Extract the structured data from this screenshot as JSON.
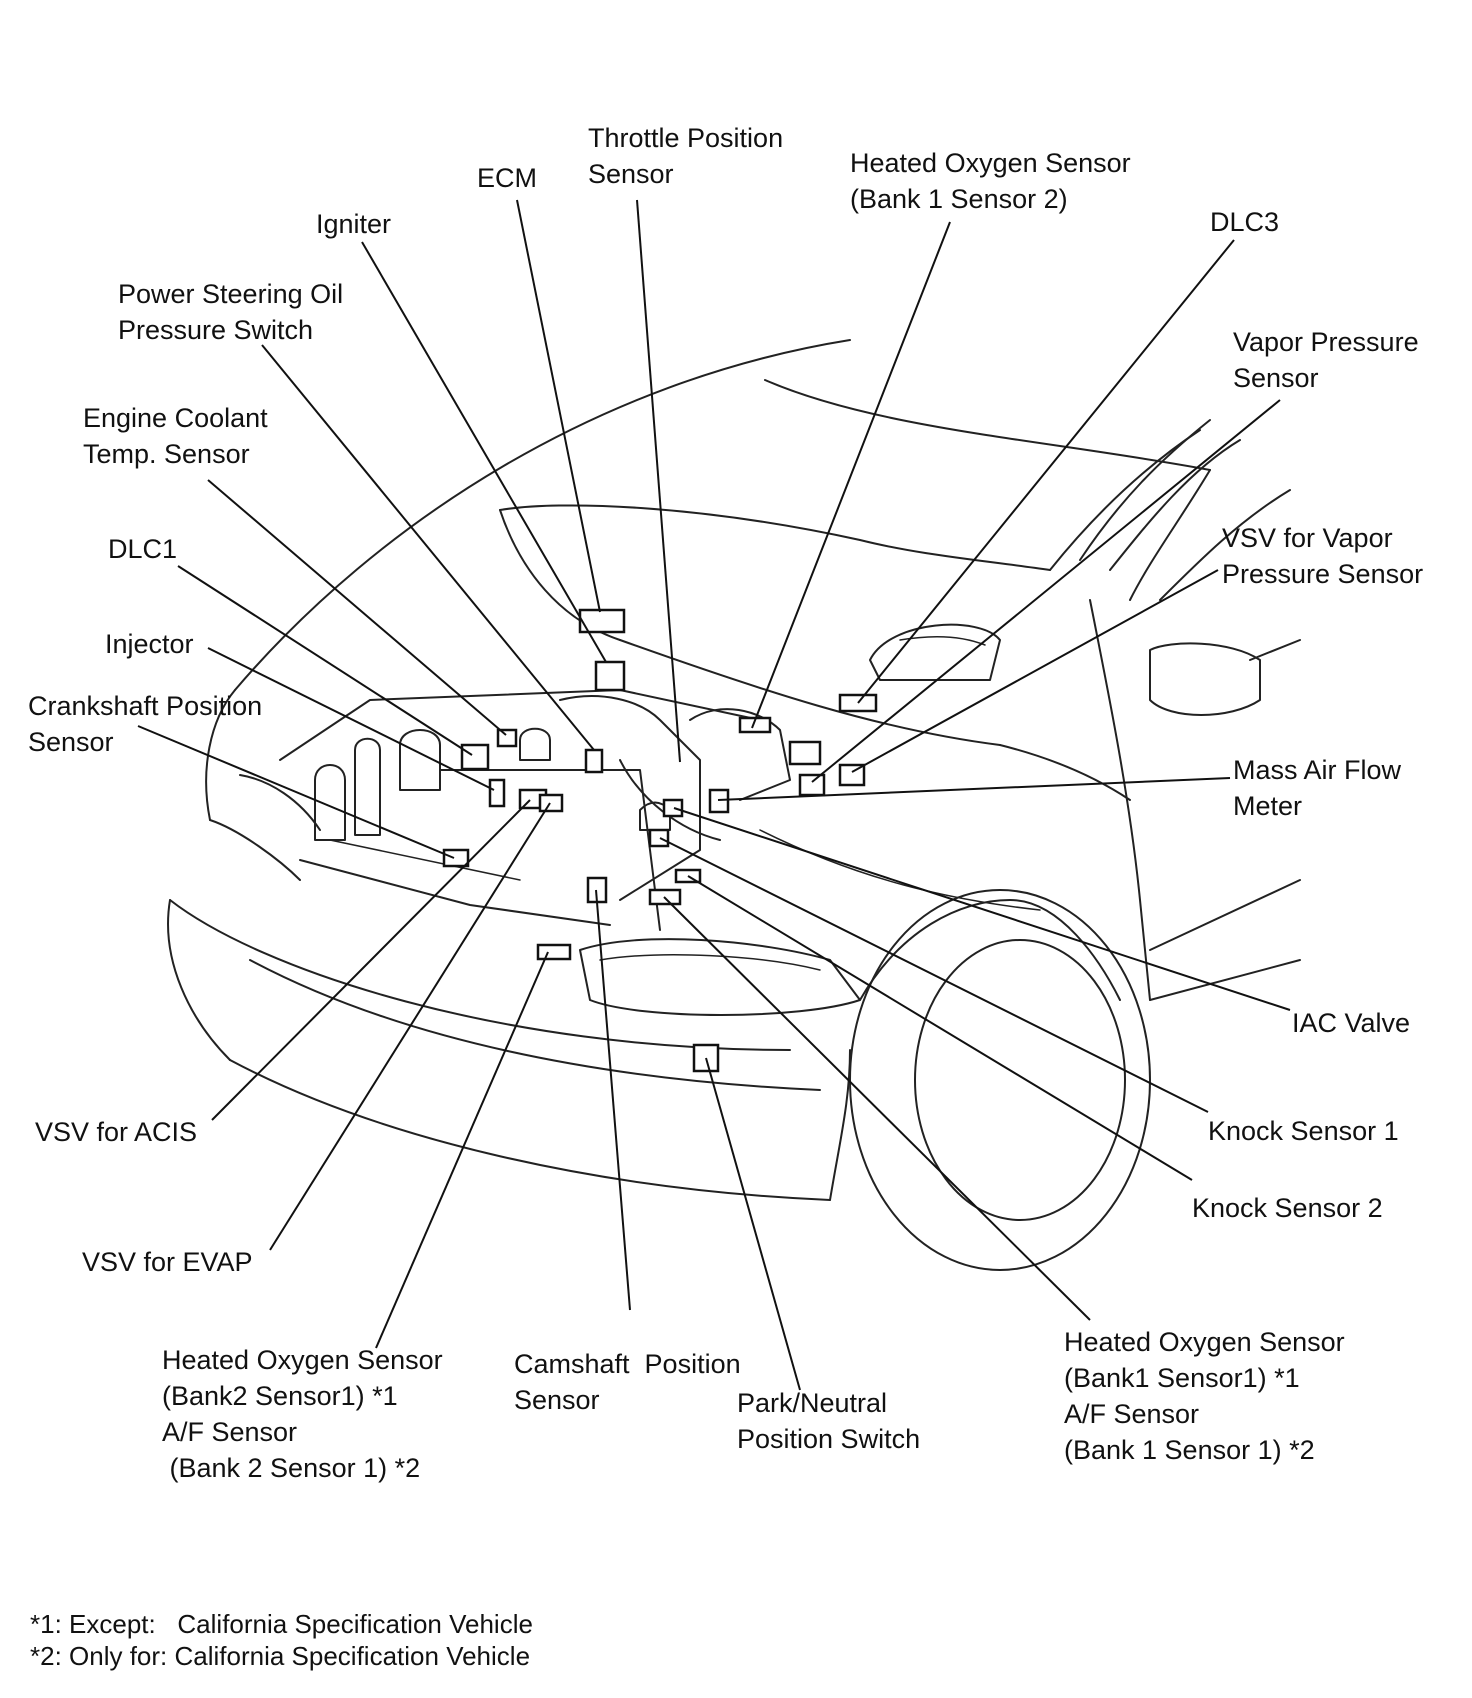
{
  "labels": {
    "throttle_position_sensor": "Throttle Position\nSensor",
    "ecm": "ECM",
    "heated_o2_bank1_sensor2": "Heated Oxygen Sensor\n(Bank 1 Sensor 2)",
    "igniter": "Igniter",
    "dlc3": "DLC3",
    "power_steering_oil_pressure_switch": "Power Steering Oil\nPressure Switch",
    "vapor_pressure_sensor": "Vapor Pressure\nSensor",
    "engine_coolant_temp_sensor": "Engine Coolant\nTemp. Sensor",
    "vsv_vapor_pressure_sensor": "VSV for Vapor\nPressure Sensor",
    "dlc1": "DLC1",
    "injector": "Injector",
    "crankshaft_position_sensor": "Crankshaft Position\nSensor",
    "mass_air_flow_meter": "Mass Air Flow\nMeter",
    "iac_valve": "IAC Valve",
    "vsv_acis": "VSV for ACIS",
    "knock_sensor_1": "Knock Sensor 1",
    "knock_sensor_2": "Knock Sensor 2",
    "vsv_evap": "VSV for EVAP",
    "heated_o2_bank2_sensor1": "Heated Oxygen Sensor\n(Bank2 Sensor1) *1\nA/F Sensor\n (Bank 2 Sensor 1) *2",
    "camshaft_position_sensor": "Camshaft  Position\nSensor",
    "park_neutral_position_switch": "Park/Neutral\nPosition Switch",
    "heated_o2_bank1_sensor1": "Heated Oxygen Sensor\n(Bank1 Sensor1) *1\nA/F Sensor\n(Bank 1 Sensor 1) *2"
  },
  "footnotes": {
    "note1": "*1: Except:   California Specification Vehicle",
    "note2": "*2: Only for: California Specification Vehicle"
  }
}
